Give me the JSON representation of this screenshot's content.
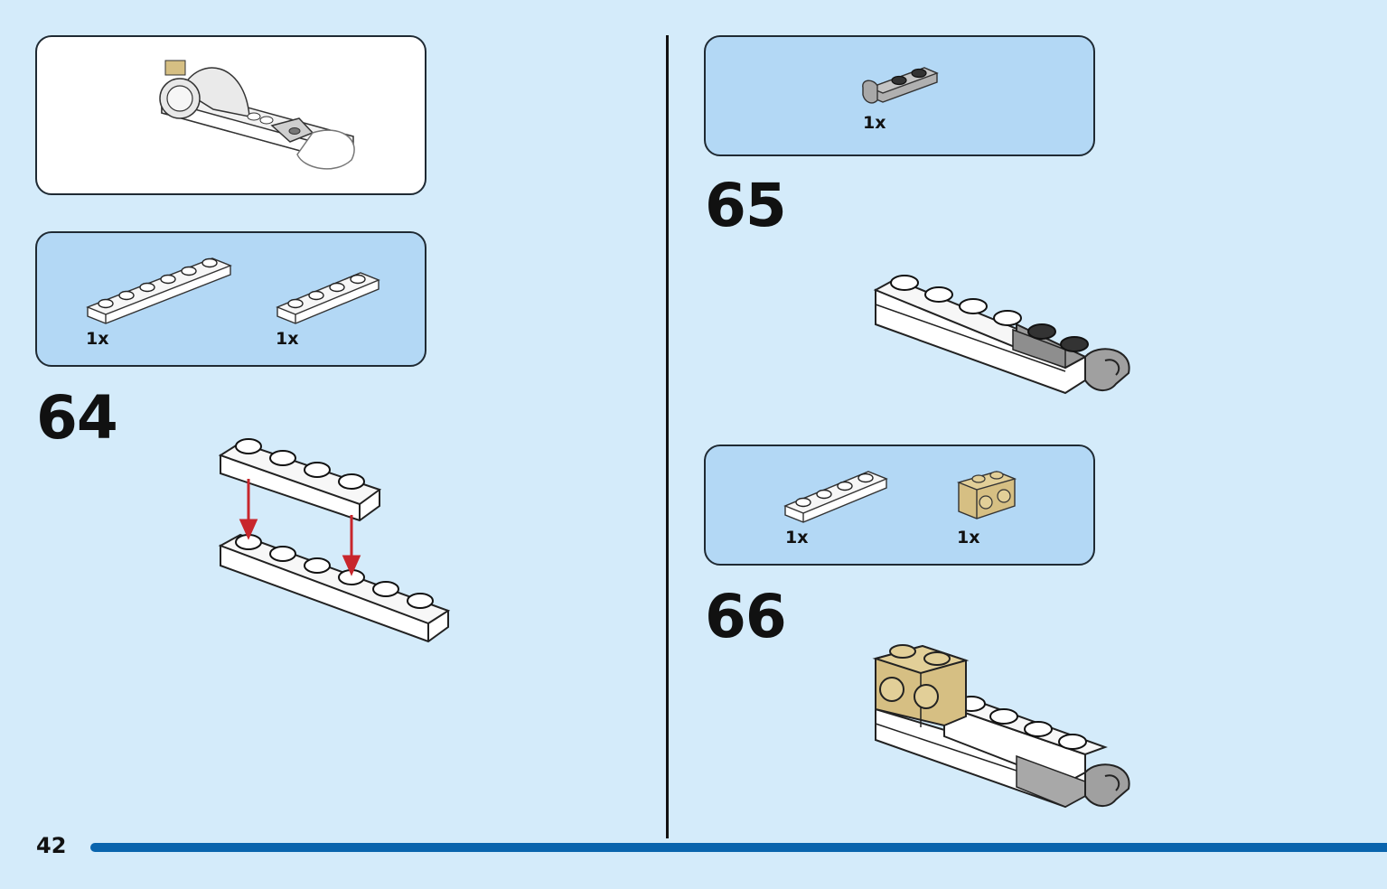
{
  "page": {
    "number": "42"
  },
  "colors": {
    "background": "#d4ebfa",
    "parts_panel": "#b3d8f5",
    "progress_bar": "#0a64ad",
    "tan": "#d6bf83",
    "dark_gray": "#9a9a9a"
  },
  "left": {
    "parts": [
      {
        "quantity": "1x"
      },
      {
        "quantity": "1x"
      }
    ],
    "step": {
      "number": "64"
    }
  },
  "right": {
    "parts_a": [
      {
        "quantity": "1x"
      }
    ],
    "step_a": {
      "number": "65"
    },
    "parts_b": [
      {
        "quantity": "1x"
      },
      {
        "quantity": "1x"
      }
    ],
    "step_b": {
      "number": "66"
    }
  }
}
